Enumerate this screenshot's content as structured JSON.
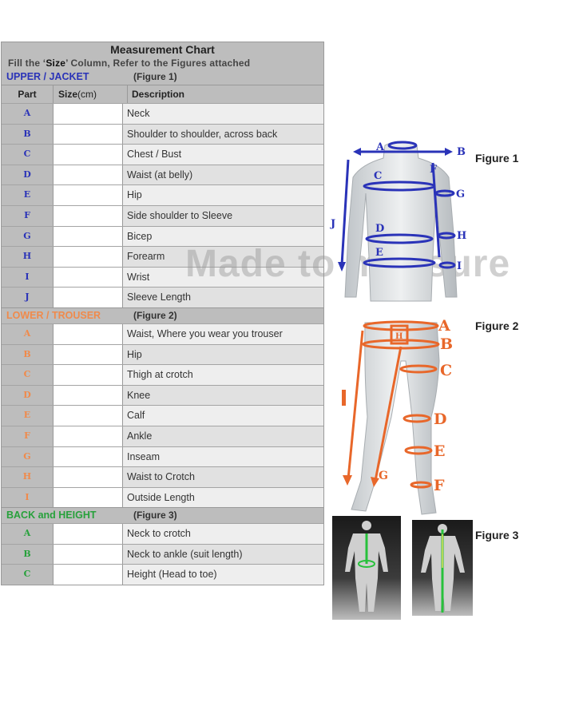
{
  "chart": {
    "title": "Measurement Chart",
    "instruction_pre": "Fill the ‘",
    "instruction_bold": "Size",
    "instruction_post": "’ Column,  Refer to the Figures attached",
    "columns": {
      "part": "Part",
      "size_main": "Size",
      "size_unit": "(cm)",
      "description": "Description"
    }
  },
  "sections": {
    "upper": {
      "title": "UPPER / JACKET",
      "figure": "(Figure 1)",
      "rows": [
        {
          "part": "A",
          "desc": "Neck"
        },
        {
          "part": "B",
          "desc": "Shoulder to shoulder, across back"
        },
        {
          "part": "C",
          "desc": "Chest / Bust"
        },
        {
          "part": "D",
          "desc": "Waist (at belly)"
        },
        {
          "part": "E",
          "desc": "Hip"
        },
        {
          "part": "F",
          "desc": "Side shoulder to Sleeve"
        },
        {
          "part": "G",
          "desc": "Bicep"
        },
        {
          "part": "H",
          "desc": "Forearm"
        },
        {
          "part": "I",
          "desc": "Wrist"
        },
        {
          "part": "J",
          "desc": "Sleeve Length"
        }
      ]
    },
    "lower": {
      "title": "LOWER / TROUSER",
      "figure": "(Figure 2)",
      "rows": [
        {
          "part": "A",
          "desc": "Waist, Where you wear you trouser"
        },
        {
          "part": "B",
          "desc": "Hip"
        },
        {
          "part": "C",
          "desc": "Thigh at crotch"
        },
        {
          "part": "D",
          "desc": "Knee"
        },
        {
          "part": "E",
          "desc": "Calf"
        },
        {
          "part": "F",
          "desc": "Ankle"
        },
        {
          "part": "G",
          "desc": "Inseam"
        },
        {
          "part": "H",
          "desc": "Waist to Crotch"
        },
        {
          "part": "I",
          "desc": "Outside Length"
        }
      ]
    },
    "back": {
      "title": "BACK and HEIGHT",
      "figure": "(Figure 3)",
      "rows": [
        {
          "part": "A",
          "desc": "Neck to crotch"
        },
        {
          "part": "B",
          "desc": "Neck to ankle (suit length)"
        },
        {
          "part": "C",
          "desc": "Height (Head to toe)"
        }
      ]
    }
  },
  "figures": {
    "fig1_label": "Figure 1",
    "fig2_label": "Figure 2",
    "fig3_label": "Figure 3",
    "fig1_letters": [
      "A",
      "B",
      "C",
      "D",
      "E",
      "F",
      "G",
      "H",
      "I",
      "J"
    ],
    "fig2_letters": [
      "A",
      "B",
      "C",
      "D",
      "E",
      "F",
      "G",
      "H",
      "I"
    ]
  },
  "watermark": "Made to measure",
  "colors": {
    "upper": "#2a33b8",
    "lower": "#f08a4b",
    "back": "#27a13b"
  }
}
